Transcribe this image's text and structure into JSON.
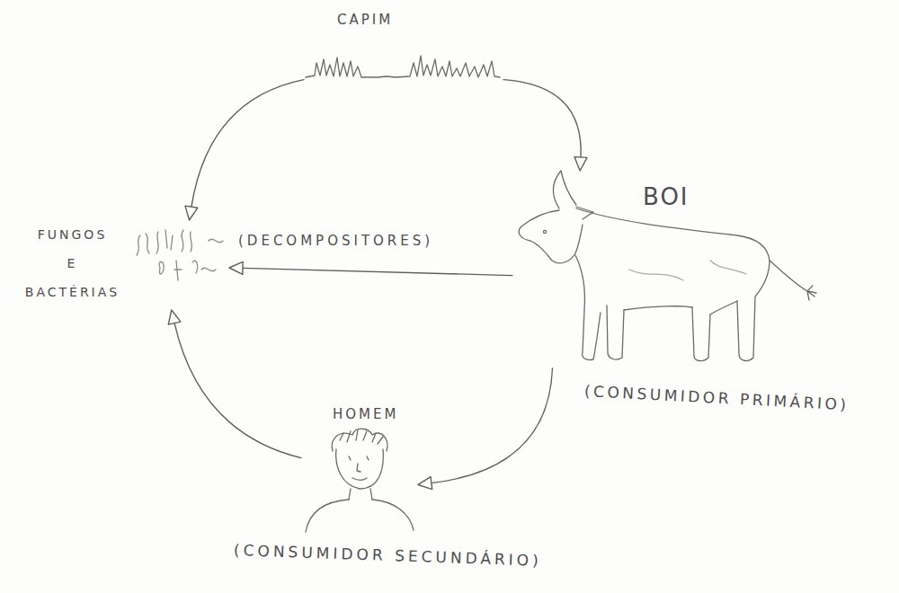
{
  "diagram": {
    "nodes": [
      {
        "text": [
          "CAPIM"
        ]
      },
      {
        "text": [
          "FUNGOS E BACTÉRIAS",
          "(DECOMPOSITORES)"
        ]
      },
      {
        "text": [
          "BOI",
          "(CONSUMIDOR PRIMÁRIO)"
        ]
      },
      {
        "text": [
          "HOMEM",
          "(CONSUMIDOR SECUNDÁRIO)"
        ]
      }
    ],
    "edges": [
      {
        "from": 0,
        "to": 1,
        "arrow": "to"
      },
      {
        "from": 0,
        "to": 2,
        "arrow": "to"
      },
      {
        "from": 2,
        "to": 1,
        "arrow": "to"
      },
      {
        "from": 2,
        "to": 3,
        "arrow": "to"
      },
      {
        "from": 3,
        "to": 1,
        "arrow": "to"
      }
    ]
  }
}
